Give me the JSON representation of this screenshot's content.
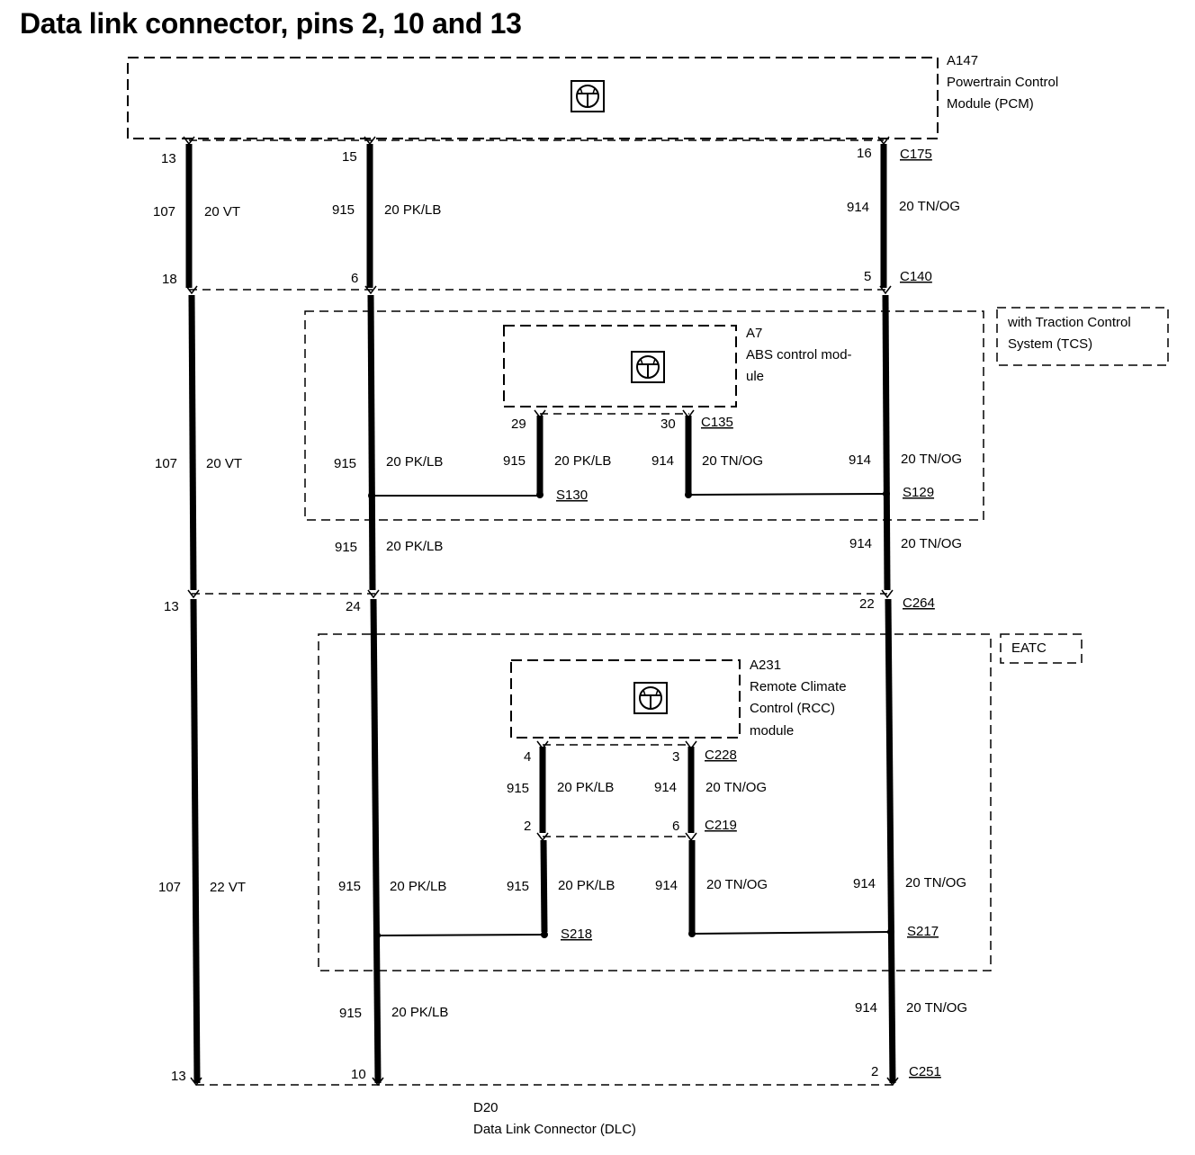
{
  "title": "Data link connector, pins 2, 10 and 13",
  "modules": {
    "pcm": {
      "id": "A147",
      "name_line1": "Powertrain Control",
      "name_line2": "Module (PCM)",
      "icon": "transistor-symbol-icon"
    },
    "abs": {
      "id": "A7",
      "name_line1": "ABS control mod-",
      "name_line2": "ule",
      "icon": "transistor-symbol-icon"
    },
    "rcc": {
      "id": "A231",
      "name_line1": "Remote Climate",
      "name_line2": "Control (RCC)",
      "name_line3": "module",
      "icon": "transistor-symbol-icon"
    },
    "dlc": {
      "id": "D20",
      "name": "Data Link Connector (DLC)"
    }
  },
  "options": {
    "tcs_line1": "with Traction Control",
    "tcs_line2": "System (TCS)",
    "eatc": "EATC"
  },
  "connectors": {
    "c175": "C175",
    "c140": "C140",
    "c135": "C135",
    "c264": "C264",
    "c228": "C228",
    "c219": "C219",
    "c251": "C251"
  },
  "splices": {
    "s130": "S130",
    "s129": "S129",
    "s218": "S218",
    "s217": "S217"
  },
  "pins": {
    "pcm_vt": "13",
    "pcm_pk": "15",
    "pcm_tn": "16",
    "c140_vt": "18",
    "c140_pk": "6",
    "c140_tn": "5",
    "abs_pk": "29",
    "abs_tn": "30",
    "c264_vt": "13",
    "c264_pk": "24",
    "c264_tn": "22",
    "rcc_pk": "4",
    "rcc_tn": "3",
    "c219_pk": "2",
    "c219_tn": "6",
    "dlc_vt": "13",
    "dlc_pk": "10",
    "dlc_tn": "2"
  },
  "circuits": {
    "vt": "107",
    "pk": "915",
    "tn": "914"
  },
  "wire_colors": {
    "vt": "20 VT",
    "vt_lower": "22 VT",
    "pk": "20 PK/LB",
    "tn": "20 TN/OG"
  },
  "colors": {
    "ink": "#000000",
    "background": "#ffffff"
  }
}
